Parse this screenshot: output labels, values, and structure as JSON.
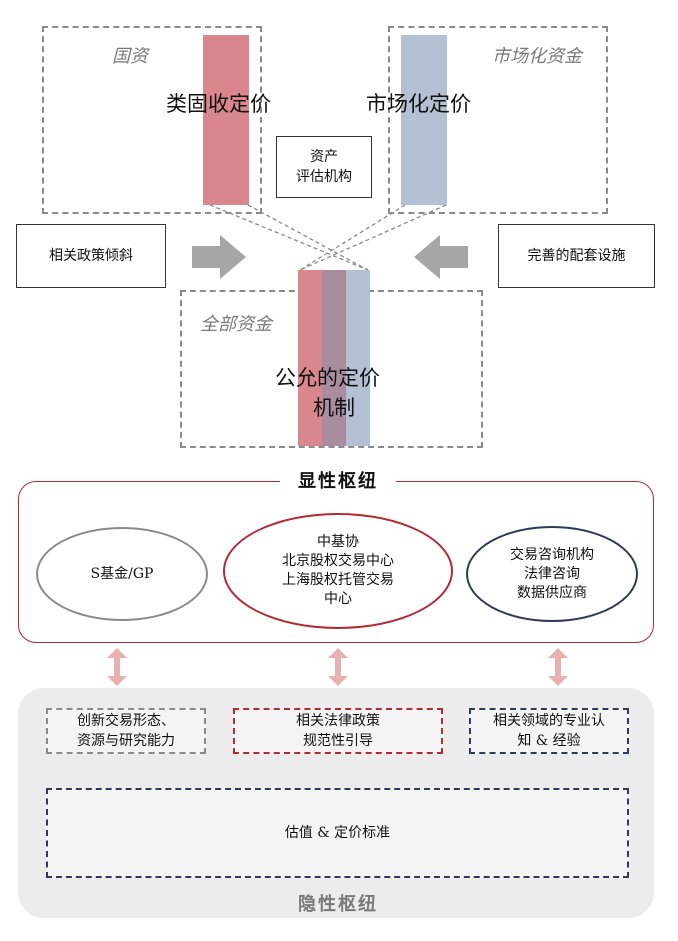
{
  "top": {
    "left_box_label": "国资",
    "right_box_label": "市场化资金",
    "left_bar_text": "类固收定价",
    "right_bar_text": "市场化定价",
    "assessment_box": "资产\n评估机构",
    "left_side_box": "相关政策倾斜",
    "right_side_box": "完善的配套设施",
    "center_box_label": "全部资金",
    "center_text_line1": "公允的定价",
    "center_text_line2": "机制"
  },
  "explicit": {
    "title": "显性枢纽",
    "ellipse_left": "S基金/GP",
    "ellipse_center_lines": [
      "中基协",
      "北京股权交易中心",
      "上海股权托管交易",
      "中心"
    ],
    "ellipse_right_lines": [
      "交易咨询机构",
      "法律咨询",
      "数据供应商"
    ]
  },
  "implicit": {
    "title": "隐性枢纽",
    "box_left_lines": [
      "创新交易形态、",
      "资源与研究能力"
    ],
    "box_center_lines": [
      "相关法律政策",
      "规范性引导"
    ],
    "box_right_lines": [
      "相关领域的专业认",
      "知 & 经验"
    ],
    "box_bottom": "估值 & 定价标准"
  },
  "colors": {
    "red_bar": "#d9868c",
    "blue_bar": "#b4c0d3",
    "mixed_bar": "#a98d9e",
    "explicit_border": "#b22a32",
    "navy_border": "#2f3a5a",
    "arrow_gray": "#a6a6a6",
    "pink_arrow": "#e7b1b1"
  }
}
